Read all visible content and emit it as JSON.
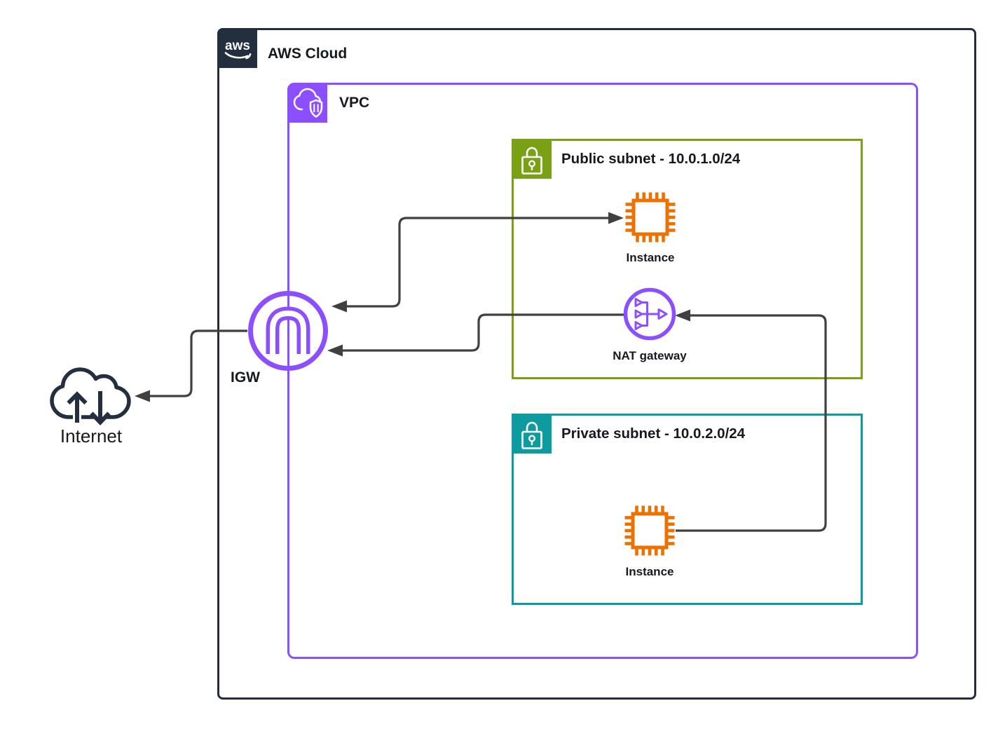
{
  "aws_cloud": {
    "label": "AWS Cloud",
    "logo_text": "aws"
  },
  "vpc": {
    "label": "VPC"
  },
  "subnets": {
    "public": {
      "label": "Public subnet - 10.0.1.0/24"
    },
    "private": {
      "label": "Private subnet - 10.0.2.0/24"
    }
  },
  "nodes": {
    "public_instance": {
      "label": "Instance"
    },
    "nat_gateway": {
      "label": "NAT gateway"
    },
    "private_instance": {
      "label": "Instance"
    },
    "igw": {
      "label": "IGW"
    },
    "internet": {
      "label": "Internet"
    }
  },
  "colors": {
    "aws_cloud_border": "#232F3E",
    "vpc_border": "#8C4FFF",
    "public_subnet": "#7AA116",
    "private_subnet": "#0D9BA0",
    "instance": "#ED7100",
    "nat_gateway": "#8C4FFF",
    "igw": "#8C4FFF",
    "connector": "#404040",
    "text": "#16191F"
  },
  "connections": [
    {
      "from": "igw",
      "to": "public_instance",
      "direction": "bidirectional"
    },
    {
      "from": "nat_gateway",
      "to": "igw",
      "direction": "one-way"
    },
    {
      "from": "private_instance",
      "to": "nat_gateway",
      "direction": "one-way"
    },
    {
      "from": "igw",
      "to": "internet",
      "direction": "one-way"
    }
  ]
}
